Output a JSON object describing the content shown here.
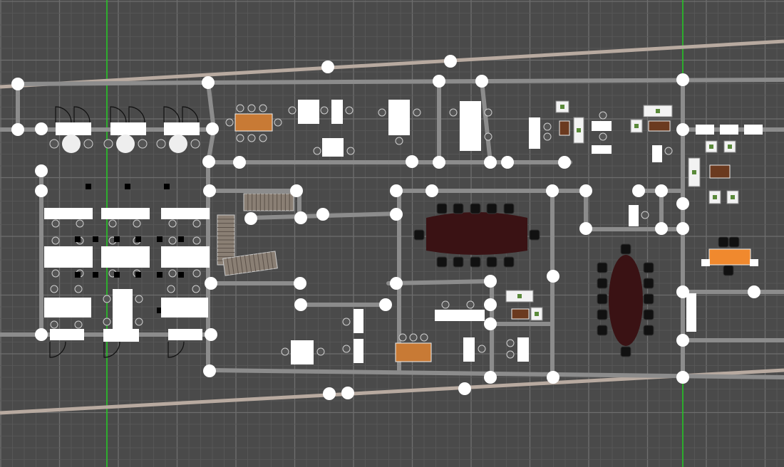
{
  "app": {
    "view": "floor-plan-2d"
  },
  "colors": {
    "background": "#4a4a4a",
    "grid_minor": "#5a5a5a",
    "grid_major": "#6e6e6e",
    "axis_green": "#22cc22",
    "wall": "#8c8c8c",
    "outer_wall": "#b8aaa0",
    "node": "#ffffff",
    "desk": "#ffffff",
    "chair": "#555555",
    "conference_table": "#3a1214",
    "meeting_chair": "#111111",
    "wood_table": "#c87a35",
    "orange_table": "#f0892e",
    "stair": "#8a7f74"
  },
  "icons": {
    "wall_node": "circle-handle",
    "door": "swing-door",
    "stair": "staircase"
  }
}
